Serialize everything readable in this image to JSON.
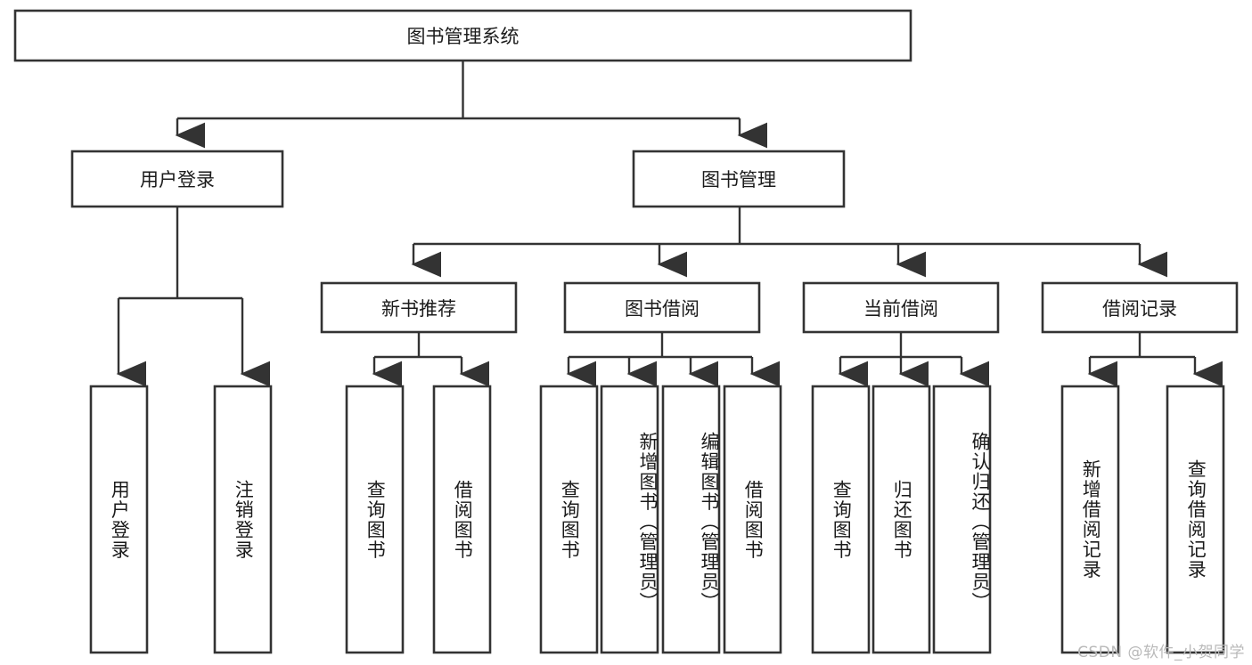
{
  "diagram": {
    "type": "tree",
    "title": "图书管理系统",
    "orientation": "top-down",
    "colors": {
      "box_stroke": "#333333",
      "box_fill": "#ffffff",
      "text": "#1b1b1b",
      "background": "#ffffff",
      "watermark": "#b9b9b9"
    },
    "root": {
      "label": "图书管理系统"
    },
    "level1": [
      {
        "label": "用户登录"
      },
      {
        "label": "图书管理"
      }
    ],
    "level2": [
      {
        "label": "新书推荐"
      },
      {
        "label": "图书借阅"
      },
      {
        "label": "当前借阅"
      },
      {
        "label": "借阅记录"
      }
    ],
    "leaves": {
      "user_login": [
        {
          "label": "用户登录"
        },
        {
          "label": "注销登录"
        }
      ],
      "new_book_recommend": [
        {
          "label": "查询图书"
        },
        {
          "label": "借阅图书"
        }
      ],
      "book_borrow": [
        {
          "label": "查询图书"
        },
        {
          "label": "新增图书（管理员）"
        },
        {
          "label": "编辑图书（管理员）"
        },
        {
          "label": "借阅图书"
        }
      ],
      "current_borrow": [
        {
          "label": "查询图书"
        },
        {
          "label": "归还图书"
        },
        {
          "label": "确认归还（管理员）"
        }
      ],
      "borrow_record": [
        {
          "label": "新增借阅记录"
        },
        {
          "label": "查询借阅记录"
        }
      ]
    },
    "watermark": "CSDN @软件_小贺同学"
  }
}
